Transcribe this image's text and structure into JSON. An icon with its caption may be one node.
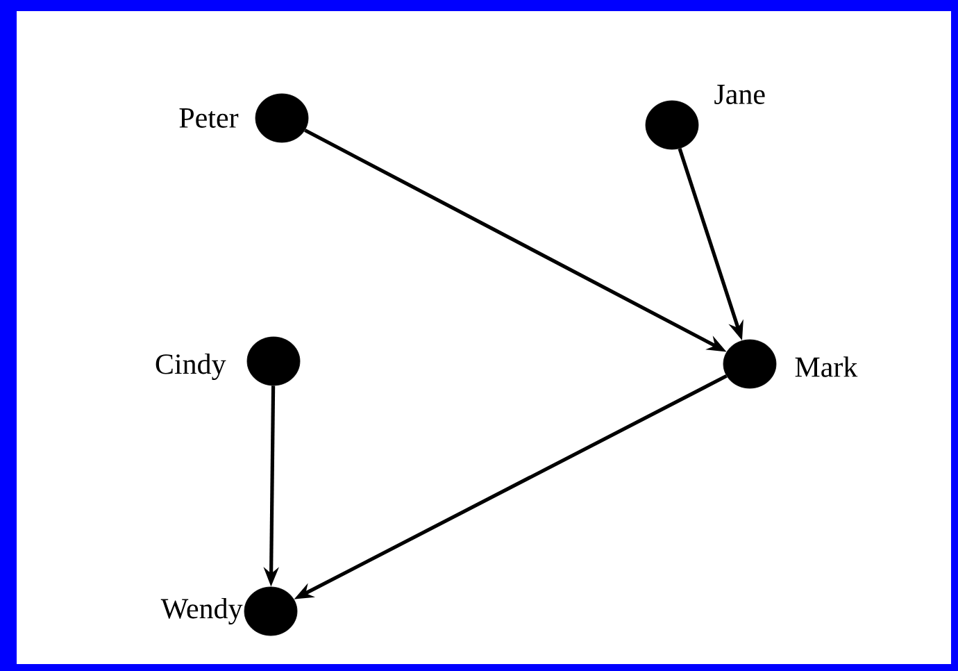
{
  "diagram": {
    "nodes": [
      {
        "text": [],
        "shape": "circle",
        "beside": [
          "Peter"
        ]
      },
      {
        "text": [],
        "shape": "circle",
        "beside": [
          "Jane"
        ]
      },
      {
        "text": [],
        "shape": "circle",
        "beside": [
          "Cindy"
        ]
      },
      {
        "text": [],
        "shape": "circle",
        "beside": [
          "Mark"
        ]
      },
      {
        "text": [],
        "shape": "circle",
        "beside": [
          "Wendy"
        ]
      }
    ],
    "edges": [
      {
        "from": 0,
        "to": 3,
        "arrow": "to"
      },
      {
        "from": 1,
        "to": 3,
        "arrow": "to"
      },
      {
        "from": 2,
        "to": 4,
        "arrow": "to"
      },
      {
        "from": 3,
        "to": 4,
        "arrow": "to"
      }
    ]
  }
}
